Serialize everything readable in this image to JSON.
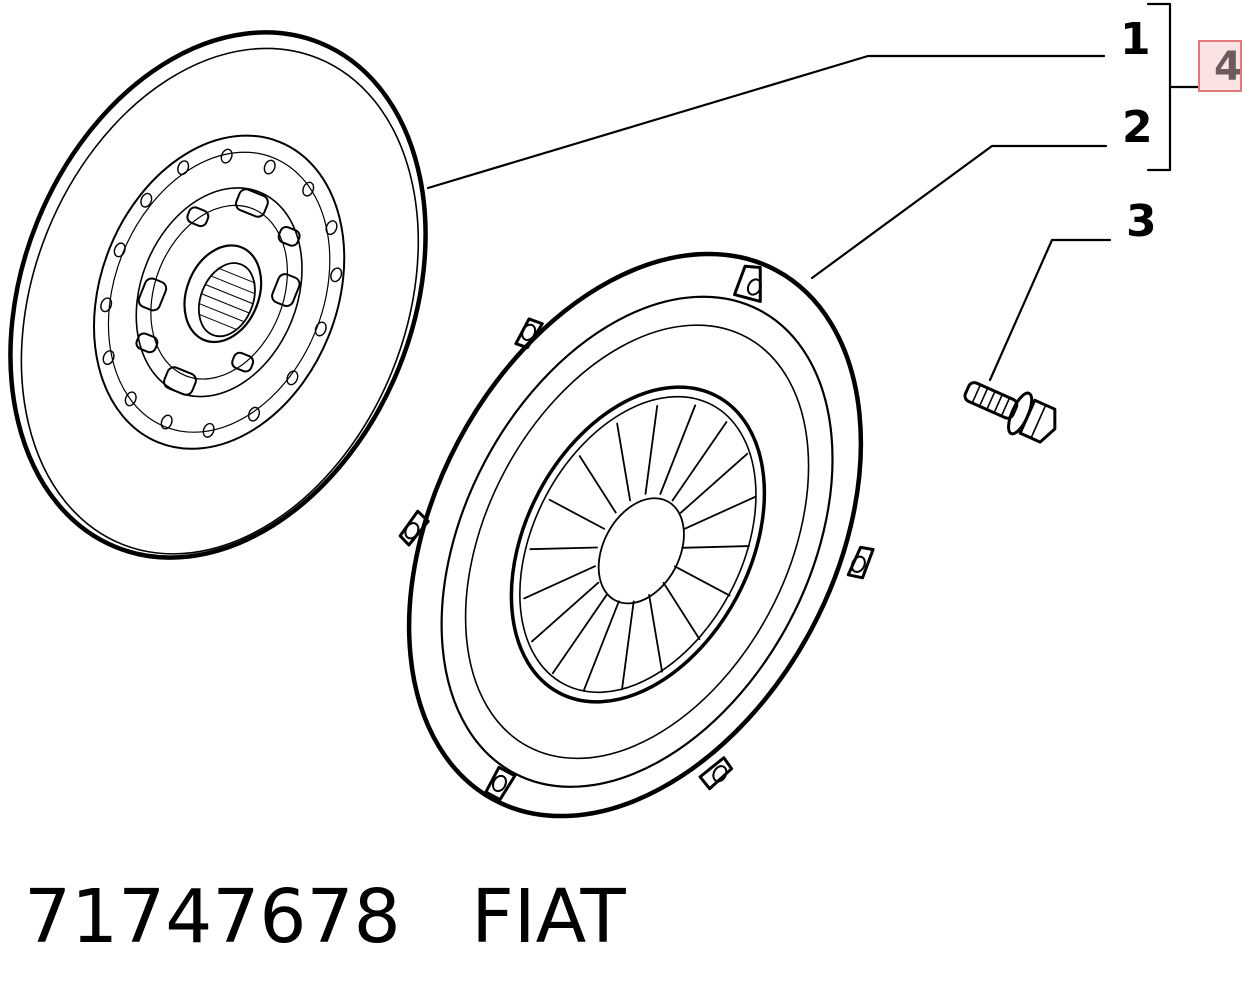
{
  "callouts": {
    "item_1": "1",
    "item_2": "2",
    "item_3": "3",
    "item_4": "4"
  },
  "caption": {
    "part_number": "71747678",
    "brand": "FIAT"
  },
  "colors": {
    "line": "#000000",
    "highlight_border": "#e07a7a",
    "highlight_fill": "#fbe3e3",
    "highlight_text": "#6e5a5a"
  },
  "icons": [
    "clutch-disc-drawing",
    "pressure-plate-drawing",
    "bolt-drawing"
  ]
}
